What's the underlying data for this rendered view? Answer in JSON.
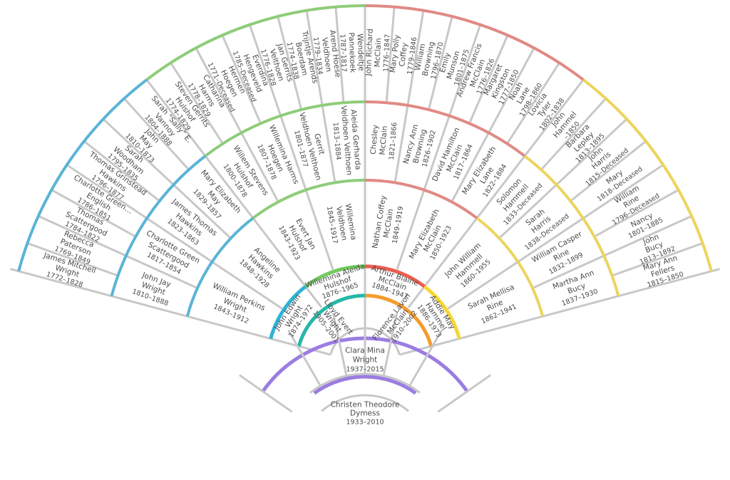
{
  "center": {
    "name_lines": [
      "Clara Mina",
      "Wright"
    ],
    "dates": "1937–2015"
  },
  "spouse": {
    "name_lines": [
      "Christen Theodore",
      "Dymess"
    ],
    "dates": "1933–2010"
  },
  "parents": [
    {
      "name_lines": [
        "Lloyd Evert",
        "Wright"
      ],
      "dates": "1905–2001"
    },
    {
      "name_lines": [
        "Florence Lavon",
        "McClain"
      ],
      "dates": "1910–2002"
    }
  ],
  "grandparents": [
    {
      "name_lines": [
        "John Edwin",
        "Wright"
      ],
      "dates": "1874–1972"
    },
    {
      "name_lines": [
        "Willemina Aleida",
        "Hulshof"
      ],
      "dates": "1876–1965"
    },
    {
      "name_lines": [
        "Arthur Blaine",
        "McClain"
      ],
      "dates": "1884–1947"
    },
    {
      "name_lines": [
        "Addie May",
        "Hammel"
      ],
      "dates": "1886–1973"
    }
  ],
  "gen3": [
    {
      "name_lines": [
        "William Perkins",
        "Wright"
      ],
      "dates": "1843–1912"
    },
    {
      "name_lines": [
        "Angeline",
        "Hawkins"
      ],
      "dates": "1848–1928"
    },
    {
      "name_lines": [
        "Evert Jan",
        "Hulshof"
      ],
      "dates": "1843–1923"
    },
    {
      "name_lines": [
        "Willemina",
        "Veldhoen"
      ],
      "dates": "1845–1917"
    },
    {
      "name_lines": [
        "Nathan Coffey",
        "McClain"
      ],
      "dates": "1849–1919"
    },
    {
      "name_lines": [
        "Mary Elizabeth",
        "McClain"
      ],
      "dates": "1850–1923"
    },
    {
      "name_lines": [
        "John William",
        "Hammell"
      ],
      "dates": "1860–1955"
    },
    {
      "name_lines": [
        "Sarah Mellisa",
        "Rine"
      ],
      "dates": "1862–1941"
    }
  ],
  "gen4": [
    {
      "name_lines": [
        "John Jay",
        "Wright"
      ],
      "dates": "1810–1888"
    },
    {
      "name_lines": [
        "Charlotte Green",
        "Scattergood"
      ],
      "dates": "1817–1854"
    },
    {
      "name_lines": [
        "James Thomas",
        "Hawkins"
      ],
      "dates": "1823–1863"
    },
    {
      "name_lines": [
        "Mary Elizabeth",
        "May"
      ],
      "dates": "1829–1857"
    },
    {
      "name_lines": [
        "Willem Stevens",
        "Hulshof"
      ],
      "dates": "1800–1878"
    },
    {
      "name_lines": [
        "Willemina Harms",
        "Hoegen"
      ],
      "dates": "1807–1878"
    },
    {
      "name_lines": [
        "Gerrit",
        "Veldhoen Velthoen"
      ],
      "dates": "1801–1877"
    },
    {
      "name_lines": [
        "Aleida Gerharda",
        "Veldhoen Velthoen"
      ],
      "dates": "1813–1884"
    },
    {
      "name_lines": [
        "Chesley",
        "McClain"
      ],
      "dates": "1821–1866"
    },
    {
      "name_lines": [
        "Nancy Ann",
        "Browning"
      ],
      "dates": "1826–1902"
    },
    {
      "name_lines": [
        "David Hamilton",
        "McClain"
      ],
      "dates": "1817–1864"
    },
    {
      "name_lines": [
        "Mary Elizabeth",
        "Lane"
      ],
      "dates": "1822–1884"
    },
    {
      "name_lines": [
        "Solomon",
        "Hammell"
      ],
      "dates": "1833–Deceased"
    },
    {
      "name_lines": [
        "Sarah",
        "Harris"
      ],
      "dates": "1838–Deceased"
    },
    {
      "name_lines": [
        "William Casper",
        "Rine"
      ],
      "dates": "1832–1899"
    },
    {
      "name_lines": [
        "Martha Ann",
        "Bucy"
      ],
      "dates": "1837–1930"
    }
  ],
  "gen5": [
    {
      "name_lines": [
        "James Mitchell",
        "Wright"
      ],
      "dates": "1772–1828"
    },
    {
      "name_lines": [
        "Rebecca",
        "Paterson"
      ],
      "dates": "1769–1849"
    },
    {
      "name_lines": [
        "Thomas",
        "Scattergood"
      ],
      "dates": "1784–1822"
    },
    {
      "name_lines": [
        "Charlotte Green…",
        "English"
      ],
      "dates": "1786–1851"
    },
    {
      "name_lines": [
        "Thomas Grinstead",
        "Hawkins"
      ],
      "dates": "1796–1877"
    },
    {
      "name_lines": [
        "Sarah",
        "Woodham"
      ],
      "dates": "1795–1835"
    },
    {
      "name_lines": [
        "John",
        "May"
      ],
      "dates": "1810–1873"
    },
    {
      "name_lines": [
        "Sarah \"Sally\" E.",
        "Vannoy"
      ],
      "dates": "1804–1888"
    },
    {
      "name_lines": [
        "Steven Gerrits",
        "Hulshof"
      ],
      "dates": "1774–1829"
    },
    {
      "name_lines": [
        "Catharina",
        "Harms"
      ],
      "dates": "1778–1829"
    },
    {
      "name_lines": [
        "Hermen",
        "Hoegen"
      ],
      "dates": "1771–Deceased"
    },
    {
      "name_lines": [
        "Everdina",
        "Hengeveld"
      ],
      "dates": "1785–Deceased"
    },
    {
      "name_lines": [
        "Jan Gerrits",
        "Velthoen"
      ],
      "dates": "1776–1828"
    },
    {
      "name_lines": [
        "Trijntje Arends",
        "Boerdam"
      ],
      "dates": "1774–1838"
    },
    {
      "name_lines": [
        "Arend Hoese",
        "Veldhoen"
      ],
      "dates": "1779–1834"
    },
    {
      "name_lines": [
        "Wendeltje",
        "Pannekoek"
      ],
      "dates": "1787–1817"
    },
    {
      "name_lines": [
        "John Richard",
        "McClain"
      ],
      "dates": "1776–1847"
    },
    {
      "name_lines": [
        "Mary Polly",
        "Coffey"
      ],
      "dates": "1779–1846"
    },
    {
      "name_lines": [
        "William",
        "Browning"
      ],
      "dates": "1796–1870"
    },
    {
      "name_lines": [
        "Emily",
        "Munson"
      ],
      "dates": "1801–1875"
    },
    {
      "name_lines": [
        "Andrew Francis",
        "McClain"
      ],
      "dates": "1776–1826"
    },
    {
      "name_lines": [
        "Margaret",
        "Kingston"
      ],
      "dates": "1777–1850"
    },
    {
      "name_lines": [
        "Noah",
        "Lane"
      ],
      "dates": "1798–1860"
    },
    {
      "name_lines": [
        "Lovicia",
        "Tyler"
      ],
      "dates": "1802–1838"
    },
    {
      "name_lines": [
        "John",
        "Hammel"
      ],
      "dates": "–1850"
    },
    {
      "name_lines": [
        "Barbara",
        "Lepley"
      ],
      "dates": "1813–1895"
    },
    {
      "name_lines": [
        "John",
        "Harris"
      ],
      "dates": "1815–Deceased"
    },
    {
      "name_lines": [
        "Mary",
        ""
      ],
      "dates": "1818–Deceased"
    },
    {
      "name_lines": [
        "William",
        "Rine"
      ],
      "dates": "1796–Deceased"
    },
    {
      "name_lines": [
        "Nancy",
        ""
      ],
      "dates": "1801–1885"
    },
    {
      "name_lines": [
        "John",
        "Bucy"
      ],
      "dates": "1813–1892"
    },
    {
      "name_lines": [
        "Mary Ann",
        "Fellers"
      ],
      "dates": "1815–1850"
    }
  ],
  "colors": {
    "divider": "#c8c8c8",
    "branch_wright": "#5ab4d6",
    "branch_hulshof": "#8fcc7a",
    "branch_mcclain": "#e08a84",
    "branch_hammel": "#ecd45e",
    "parent_wright": "#2eb3d6",
    "parent_hulshof": "#74c95e",
    "parent_mcclain": "#ec5d4f",
    "parent_hammel": "#f7d72f",
    "father_lloyd": "#26b7a8",
    "mother_florence": "#f59b2d",
    "spouse": "#9a7de2",
    "text": "#4a4a4a"
  }
}
